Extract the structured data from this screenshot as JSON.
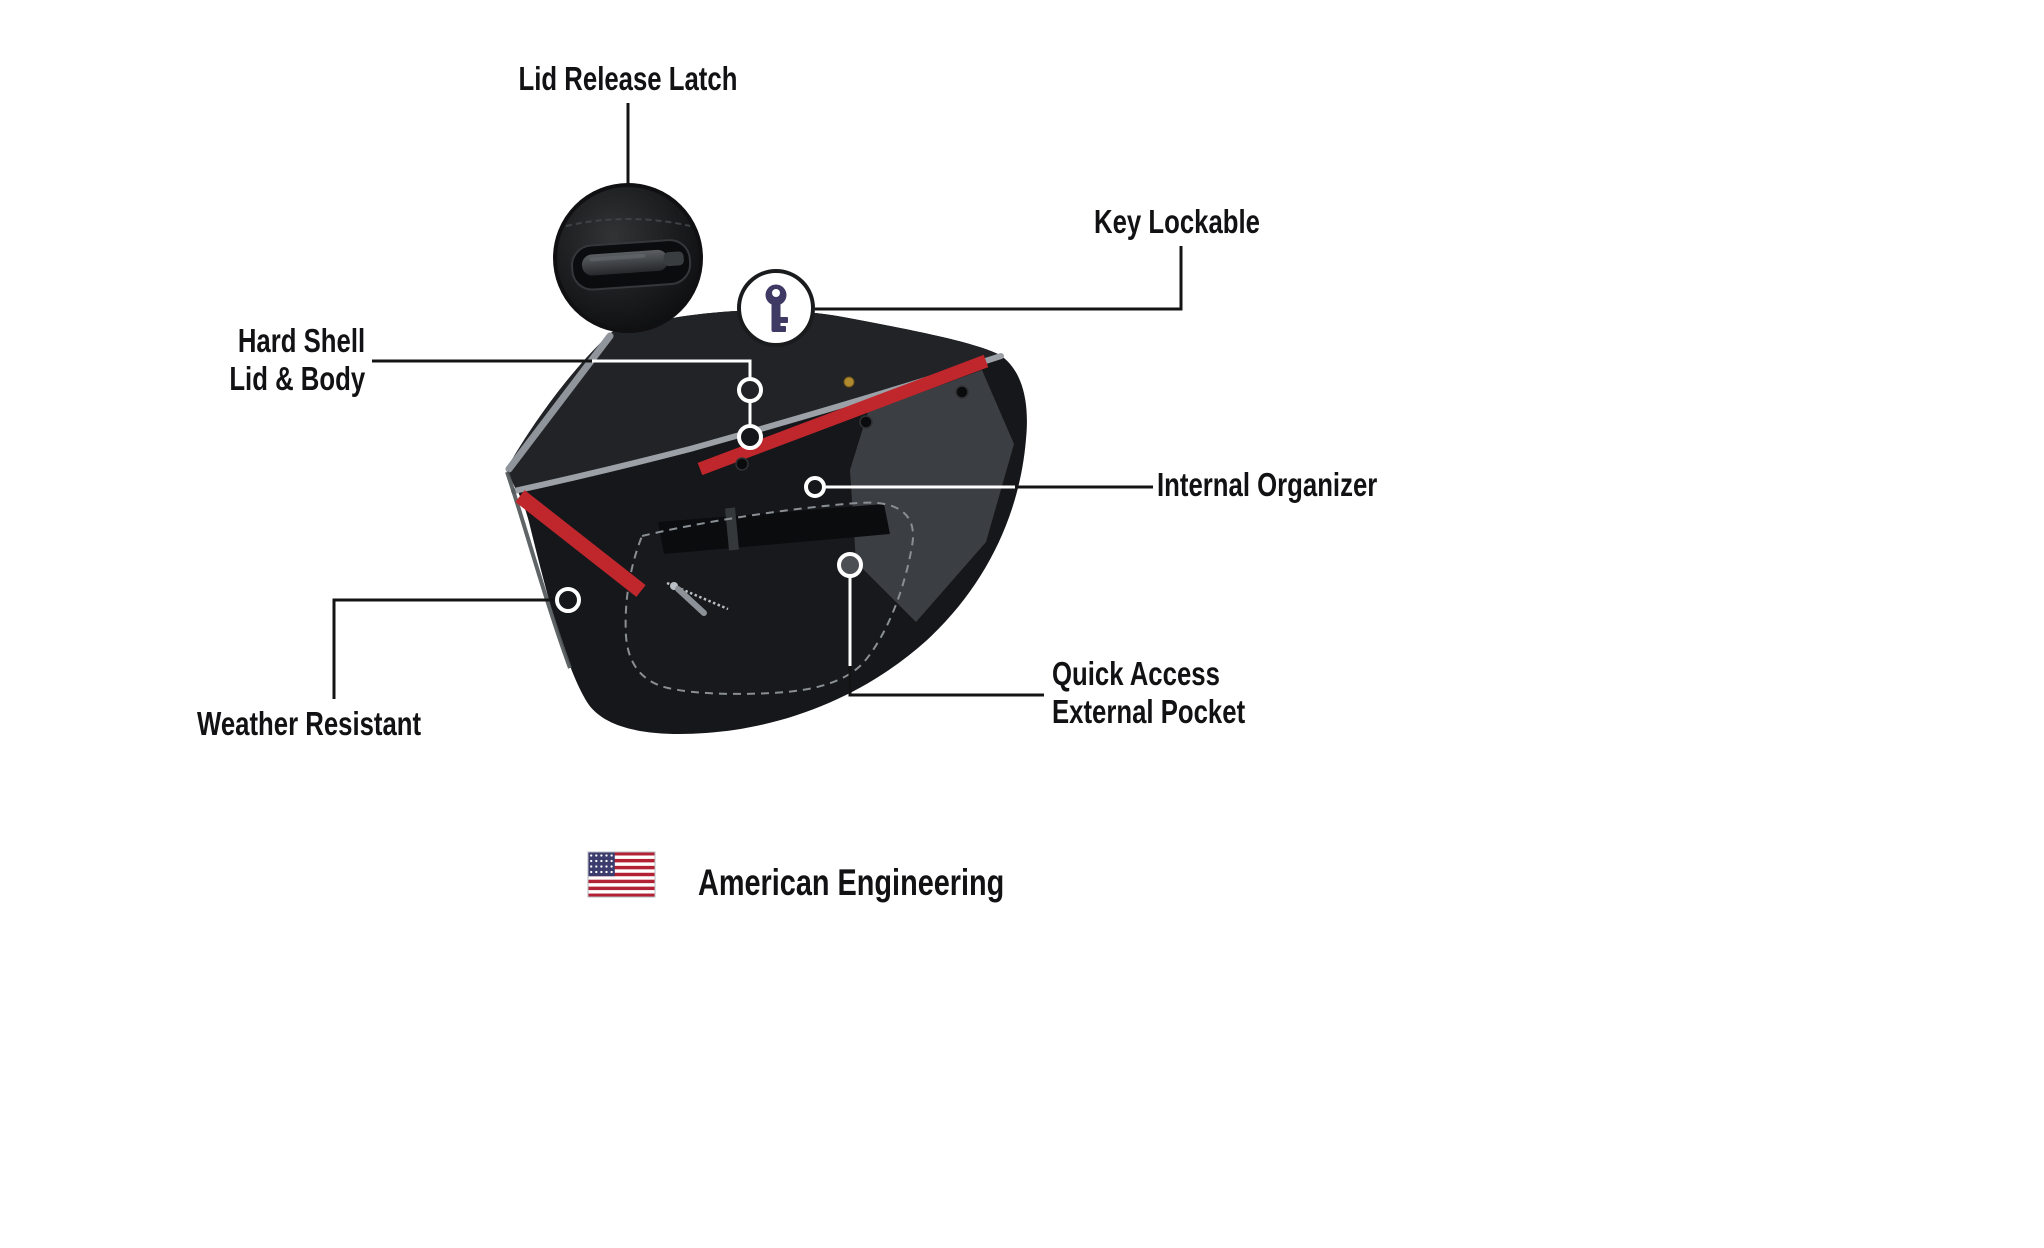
{
  "page": {
    "background": "#FFFFFF"
  },
  "callouts": {
    "lid_release_latch": {
      "label": "Lid Release Latch"
    },
    "key_lockable": {
      "label": "Key Lockable"
    },
    "hard_shell_lid_body": {
      "line1": "Hard Shell",
      "line2": "Lid & Body"
    },
    "internal_organizer": {
      "label": "Internal Organizer"
    },
    "weather_resistant": {
      "label": "Weather Resistant"
    },
    "quick_access_external_pocket": {
      "line1": "Quick Access",
      "line2": "External Pocket"
    }
  },
  "footer": {
    "label": "American Engineering"
  },
  "icons": {
    "latch_detail": "lid-latch-magnifier-icon",
    "key": "key-icon",
    "flag": "us-flag-icon",
    "markers": "callout-ring-marker"
  },
  "colors": {
    "accent_red": "#C0272D",
    "bag_body": "#16171A",
    "bag_lid": "#212326",
    "panel_dark": "#17191C",
    "reflection_gray": "#45494E",
    "trim_gray": "#9BA1A6",
    "leader_line": "#141414",
    "marker_white": "#FFFFFF",
    "flag_red": "#B22234",
    "flag_blue": "#3C3B6E",
    "key_navy": "#3F3A63"
  }
}
